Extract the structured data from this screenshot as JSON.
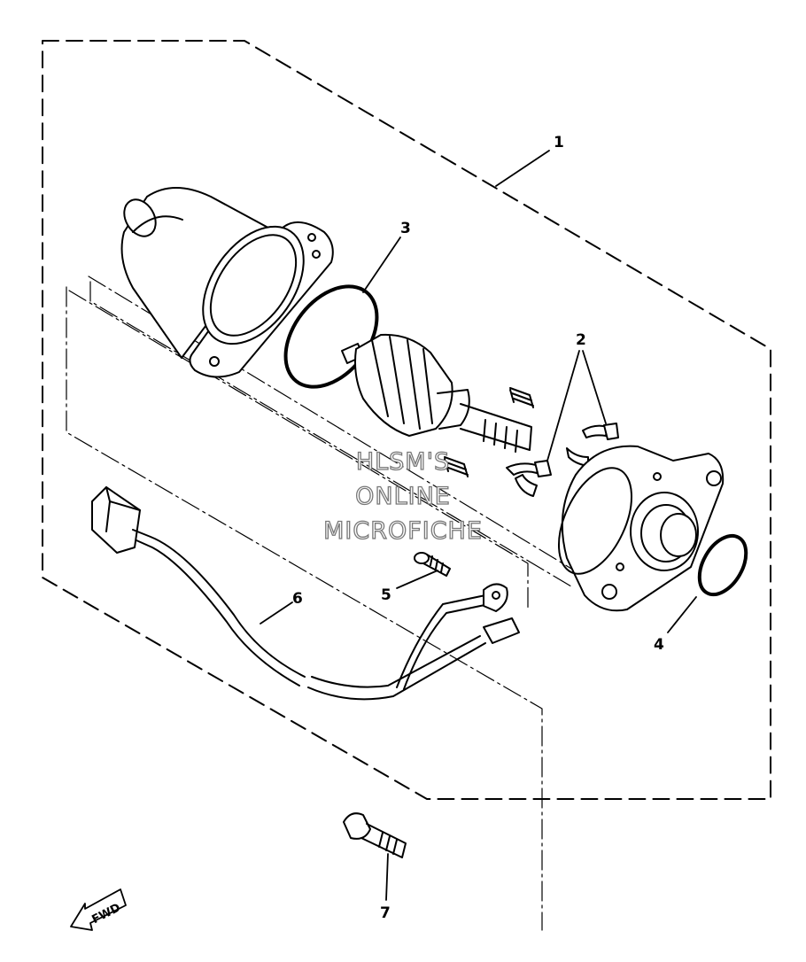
{
  "diagram": {
    "callouts": [
      {
        "id": "1",
        "label": "1"
      },
      {
        "id": "2",
        "label": "2"
      },
      {
        "id": "3",
        "label": "3"
      },
      {
        "id": "4",
        "label": "4"
      },
      {
        "id": "5",
        "label": "5"
      },
      {
        "id": "6",
        "label": "6"
      },
      {
        "id": "7",
        "label": "7"
      }
    ],
    "watermark": [
      "HLSM'S",
      "ONLINE",
      "MICROFICHE"
    ],
    "direction_marker": "FWD"
  }
}
